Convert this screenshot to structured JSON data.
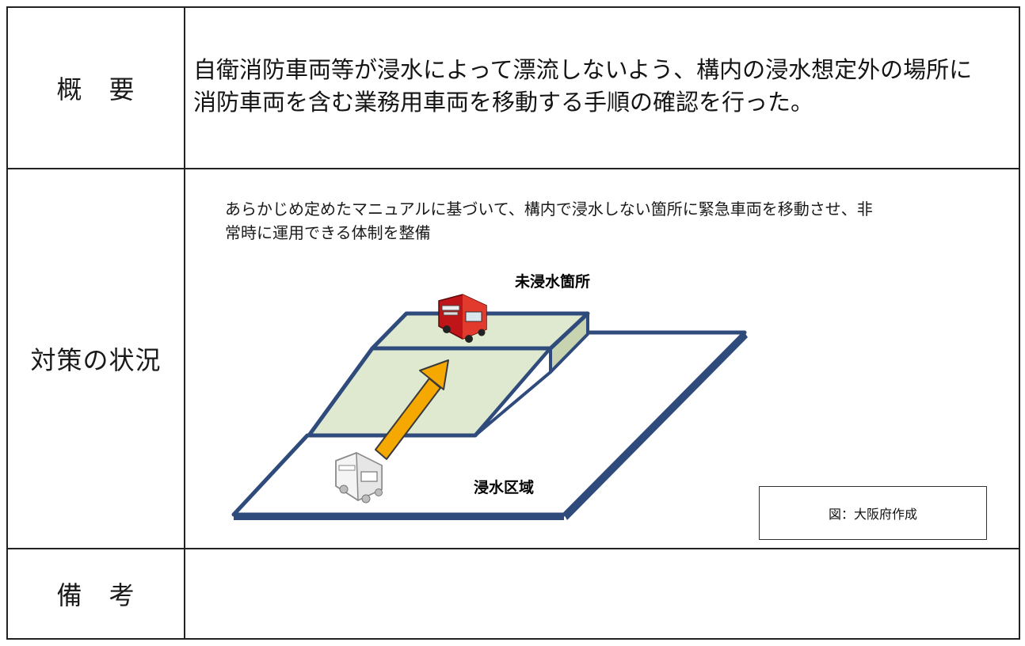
{
  "rows": {
    "summary": {
      "label": "概　要",
      "text_line1": "自衛消防車両等が浸水によって漂流しないよう、構内の浸水想定外の場所に",
      "text_line2": "消防車両を含む業務用車両を移動する手順の確認を行った。"
    },
    "measures": {
      "label": "対策の状況",
      "desc_line1": "あらかじめ定めたマニュアルに基づいて、構内で浸水しない箇所に緊急車両を移動させ、非",
      "desc_line2": "常時に運用できる体制を整備"
    },
    "remarks": {
      "label": "備　考"
    }
  },
  "diagram": {
    "safe_area_label": "未浸水箇所",
    "flood_area_label": "浸水区域",
    "credit": "図：大阪府作成",
    "colors": {
      "outline": "#2f4b7c",
      "raised_fill": "#dfe9d0",
      "side_fill": "#c8d4b0",
      "arrow_fill": "#f5a800",
      "truck_red": "#d7191c"
    }
  }
}
